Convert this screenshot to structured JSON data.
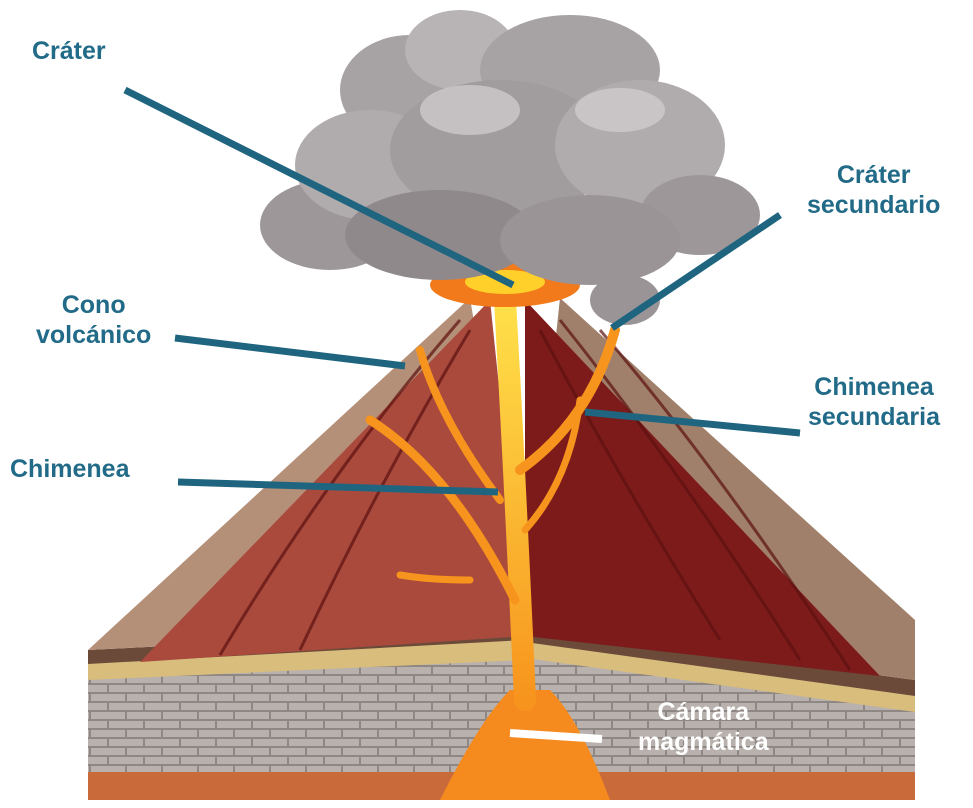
{
  "labels": {
    "crater": "Cráter",
    "crater_secundario_1": "Cráter",
    "crater_secundario_2": "secundario",
    "cono_1": "Cono",
    "cono_2": "volcánico",
    "chimenea": "Chimenea",
    "chimenea_sec_1": "Chimenea",
    "chimenea_sec_2": "secundaria",
    "camara_1": "Cámara",
    "camara_2": "magmática"
  },
  "colors": {
    "label": "#226b88",
    "pointer": "#1f6580",
    "lava": "#f7941d",
    "cone_left": "#a94a3d",
    "cone_right": "#7d1b1b",
    "smoke": "#a7a2a4"
  }
}
